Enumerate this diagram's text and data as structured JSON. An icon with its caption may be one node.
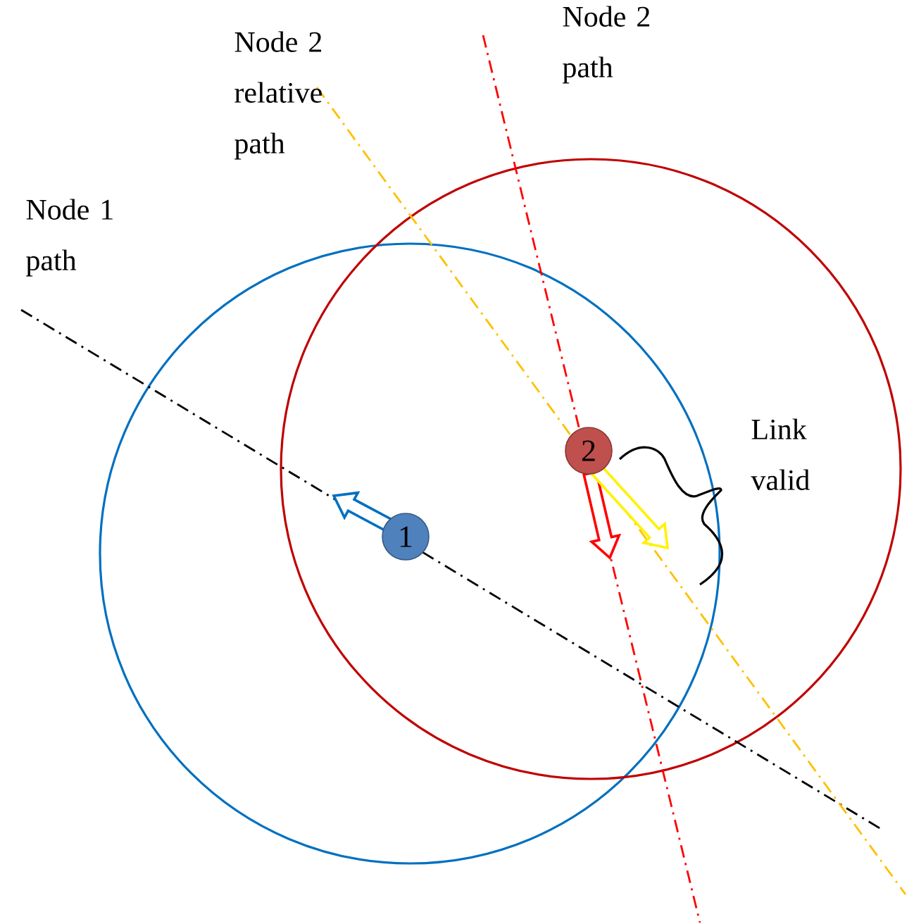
{
  "diagram": {
    "nodes": [
      {
        "text": [
          "1"
        ]
      },
      {
        "text": [
          "2"
        ]
      }
    ],
    "labels": [
      "Node 2 relative path",
      "Node 2 path",
      "Node 1 path",
      "Link valid"
    ]
  }
}
